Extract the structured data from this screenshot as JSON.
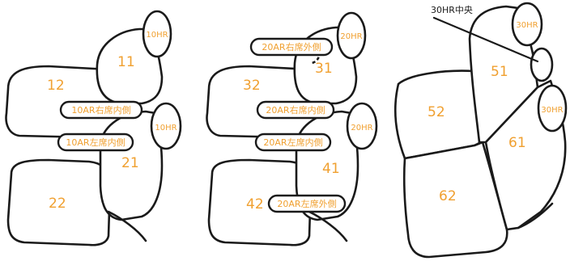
{
  "colors": {
    "label": "#f0a030",
    "outline": "#1a1a1a",
    "background": "#ffffff"
  },
  "panel_left": {
    "parts": {
      "p11": "11",
      "p12": "12",
      "p21": "21",
      "p22": "22"
    },
    "headrests": {
      "upper": "10HR",
      "lower": "10HR"
    },
    "pills": {
      "right_inner": "10AR右席内側",
      "left_inner": "10AR左席内側"
    }
  },
  "panel_middle": {
    "parts": {
      "p31": "31",
      "p32": "32",
      "p41": "41",
      "p42": "42"
    },
    "headrests": {
      "upper": "20HR",
      "lower": "20HR"
    },
    "pills": {
      "right_outer": "20AR右席外側",
      "right_inner": "20AR右席内側",
      "left_inner": "20AR左席内側",
      "left_outer": "20AR左席外側"
    }
  },
  "panel_right": {
    "parts": {
      "p51": "51",
      "p52": "52",
      "p61": "61",
      "p62": "62"
    },
    "headrests": {
      "upper": "30HR",
      "lower": "30HR"
    },
    "center_callout": "30HR中央"
  }
}
